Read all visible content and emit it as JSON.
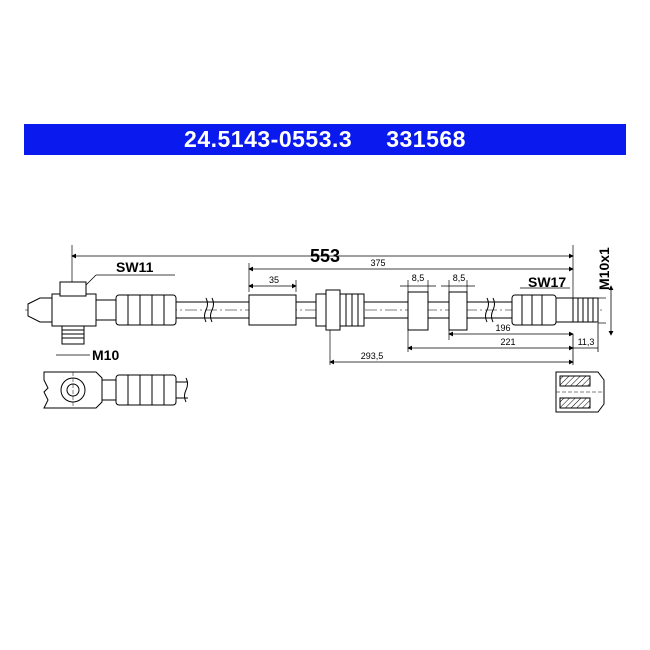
{
  "title": {
    "part_number": "24.5143-0553.3",
    "ref_number": "331568",
    "banner_color": "#0a1aef"
  },
  "dimensions": {
    "total_length": "553",
    "d375": "375",
    "d35": "35",
    "d8_5_a": "8,5",
    "d8_5_b": "8,5",
    "d196": "196",
    "d221": "221",
    "d11_3": "11,3",
    "d293_5": "293,5"
  },
  "labels": {
    "sw11": "SW11",
    "sw17": "SW17",
    "m10": "M10",
    "m10x1": "M10x1"
  }
}
